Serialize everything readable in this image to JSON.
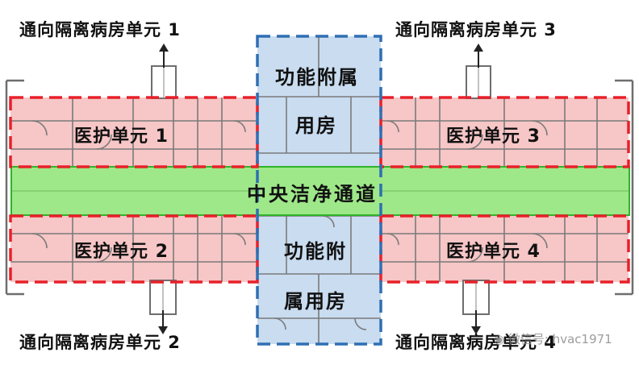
{
  "labels": {
    "to_ward_1": "通向隔离病房单元 1",
    "to_ward_2": "通向隔离病房单元 2",
    "to_ward_3": "通向隔离病房单元 3",
    "to_ward_4": "通向隔离病房单元 4",
    "care_unit_1": "医护单元 1",
    "care_unit_2": "医护单元 2",
    "care_unit_3": "医护单元 3",
    "care_unit_4": "医护单元 4",
    "func_top_line1": "功能附属",
    "func_top_line2": "用房",
    "func_bottom_line1": "功能附",
    "func_bottom_line2": "属用房",
    "central_corridor": "中央洁净通道"
  },
  "watermark": "微信号: hvac1971",
  "colors": {
    "care_fill": "#f7c6c6",
    "care_border": "#e8202a",
    "func_fill": "#c9dcf0",
    "func_border": "#2f6fb3",
    "corridor_fill": "#9ee889",
    "corridor_border": "#2fb42a",
    "wall": "#7a7a7a"
  }
}
